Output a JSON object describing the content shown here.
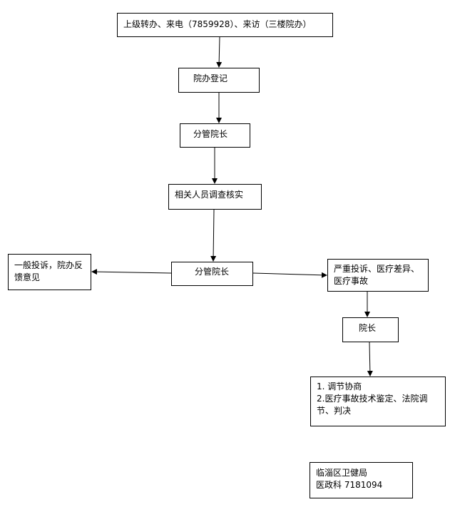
{
  "nodes": {
    "source": {
      "text": "上级转办、来电（7859928）、来访（三楼院办）"
    },
    "register": {
      "text": "院办登记"
    },
    "vp_1": {
      "text": "分管院长"
    },
    "verify": {
      "text": "相关人员调查核实"
    },
    "vp_2": {
      "text": "分管院长"
    },
    "general": {
      "line1": "一般投诉，院办反",
      "line2": "馈意见"
    },
    "serious": {
      "line1": "严重投诉、医疗差异、",
      "line2": "医疗事故"
    },
    "president": {
      "text": "院长"
    },
    "resolution": {
      "line1": "1.  调节协商",
      "line2": "2.医疗事故技术鉴定、法院调",
      "line3": "节、判决"
    },
    "contact": {
      "line1": "临淄区卫健局",
      "line2": "医政科 7181094"
    }
  },
  "colors": {
    "line": "#000000",
    "box_border": "#000000",
    "background": "#ffffff"
  }
}
